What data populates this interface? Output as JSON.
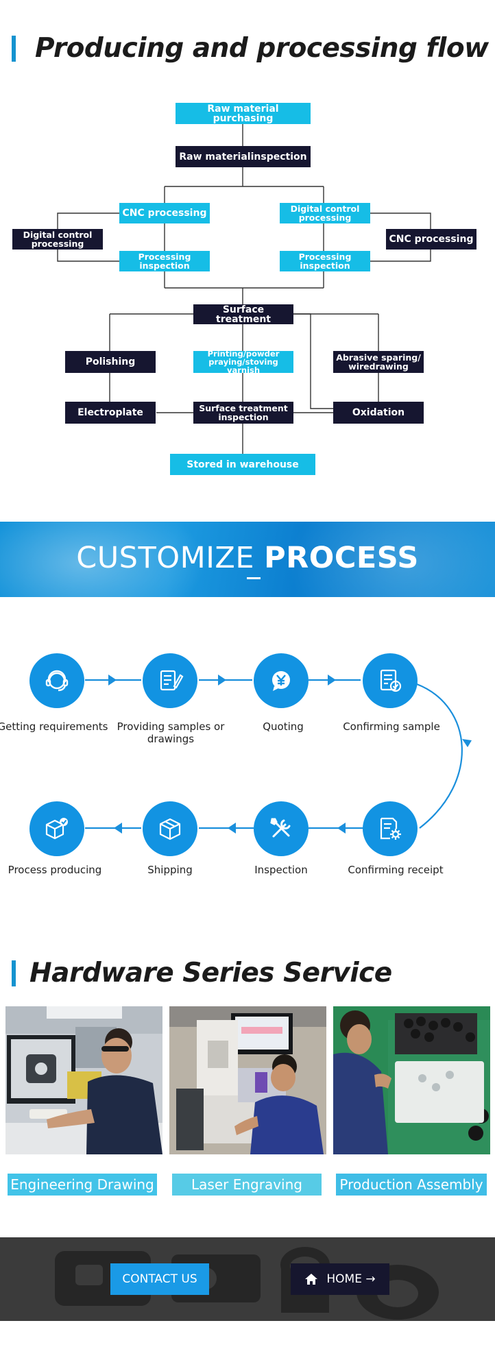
{
  "flow_section": {
    "title": "Producing and processing flow",
    "boxes": {
      "raw_purchasing": "Raw material purchasing",
      "raw_inspection": "Raw materialinspection",
      "cnc_left": "CNC processing",
      "digital_left": "Digital control processing",
      "digital_right": "Digital control processing",
      "cnc_right": "CNC processing",
      "proc_insp_left": "Processing inspection",
      "proc_insp_right": "Processing inspection",
      "surface_treatment": "Surface treatment",
      "polishing": "Polishing",
      "printing": "Printing/powder praying/stoving varnish",
      "abrasive": "Abrasive sparing/ wiredrawing",
      "electroplate": "Electroplate",
      "surface_insp": "Surface treatment inspection",
      "oxidation": "Oxidation",
      "stored": "Stored in warehouse"
    },
    "colors": {
      "cyan": "#16bde6",
      "dark": "#161630",
      "line": "#333333"
    }
  },
  "banner": {
    "thin": "CUSTOMIZE",
    "bold": "PROCESS"
  },
  "customize_steps": [
    {
      "label": "Getting requirements",
      "icon": "headset-icon"
    },
    {
      "label": "Providing samples or drawings",
      "icon": "document-pen-icon"
    },
    {
      "label": "Quoting",
      "icon": "yen-chat-icon"
    },
    {
      "label": "Confirming sample",
      "icon": "document-check-icon"
    },
    {
      "label": "Confirming receipt",
      "icon": "document-gear-icon"
    },
    {
      "label": "Inspection",
      "icon": "tools-icon"
    },
    {
      "label": "Shipping",
      "icon": "box-icon"
    },
    {
      "label": "Process producing",
      "icon": "box-check-icon"
    }
  ],
  "hardware_section": {
    "title": "Hardware Series Service",
    "items": [
      {
        "caption": "Engineering Drawing"
      },
      {
        "caption": "Laser Engraving"
      },
      {
        "caption": "Production Assembly"
      }
    ]
  },
  "footer": {
    "contact": "CONTACT US",
    "home": "HOME →"
  }
}
